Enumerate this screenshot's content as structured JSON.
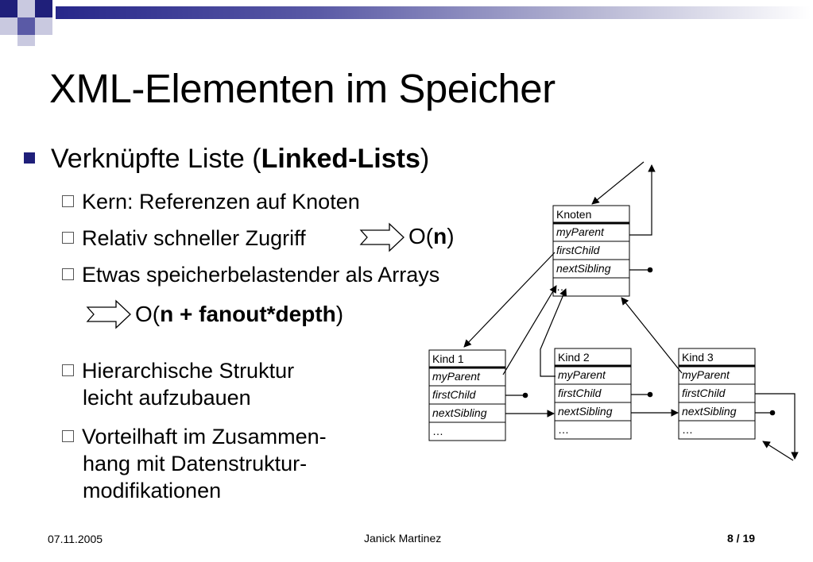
{
  "slide": {
    "title": "XML-Elementen im Speicher",
    "bullet": {
      "text": "Verknüpfte Liste (",
      "bold": "Linked-Lists",
      "close": ")"
    },
    "subitems": [
      "Kern: Referenzen auf Knoten",
      "Relativ schneller Zugriff",
      "Etwas speicherbelastender als Arrays"
    ],
    "complexity1": {
      "open": "O(",
      "bold": "n",
      "close": ")"
    },
    "complexity2": {
      "open": "O(",
      "bold": "n + fanout*depth",
      "close": ")"
    },
    "subitems2": [
      {
        "lines": [
          "Hierarchische Struktur",
          "leicht aufzubauen"
        ]
      },
      {
        "lines": [
          "Vorteilhaft im Zusammen-",
          "hang mit Datenstruktur-",
          "modifikationen"
        ]
      }
    ]
  },
  "diagram": {
    "nodes": [
      {
        "name": "Knoten",
        "fields": [
          "myParent",
          "firstChild",
          "nextSibling",
          "…"
        ]
      },
      {
        "name": "Kind 1",
        "fields": [
          "myParent",
          "firstChild",
          "nextSibling",
          "…"
        ]
      },
      {
        "name": "Kind 2",
        "fields": [
          "myParent",
          "firstChild",
          "nextSibling",
          "…"
        ]
      },
      {
        "name": "Kind 3",
        "fields": [
          "myParent",
          "firstChild",
          "nextSibling",
          "…"
        ]
      }
    ]
  },
  "footer": {
    "date": "07.11.2005",
    "author": "Janick Martinez",
    "page": "8 / 19"
  },
  "colors": {
    "accent": "#1f1f7a",
    "bar_start": "#27278a"
  }
}
